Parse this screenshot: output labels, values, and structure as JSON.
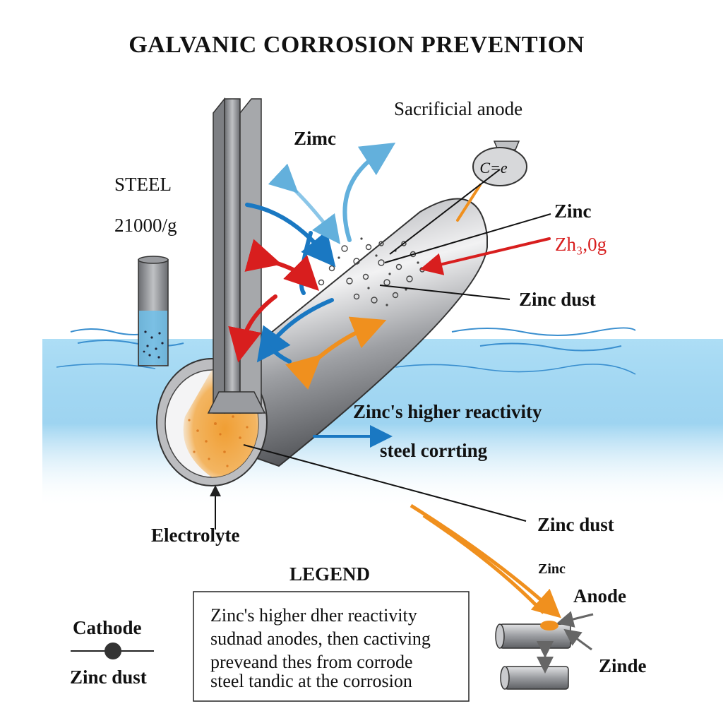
{
  "title": "GALVANIC CORROSION PREVENTION",
  "labels": {
    "sacrificial_anode": "Sacrificial anode",
    "zinc_top": "Zimc",
    "steel": "STEEL",
    "steel_value": "21000/g",
    "anode_symbol": "C=e",
    "zinc_right": "Zinc",
    "formula": "Zh₃,0g",
    "zinc_dust_1": "Zinc dust",
    "reactivity": "Zinc's higher reactivity",
    "steel_corrting": "steel corrting",
    "electrolyte": "Electrolyte",
    "zinc_dust_2": "Zinc dust",
    "legend_title": "LEGEND",
    "zinc_small": "Zinc",
    "anode": "Anode",
    "zinde": "Zinde",
    "cathode": "Cathode",
    "zinc_dust_3": "Zinc dust"
  },
  "legend_box_lines": [
    "Zinc's higher dher reactivity",
    "sudnad anodes, then cactiving",
    "preveand thes from corrode",
    "steel tandic at the corrosion"
  ],
  "colors": {
    "water": "#6fc0ea",
    "steel": "#8d8f93",
    "zinc_orange": "#f0901e",
    "flow_blue": "#1a78c2",
    "flow_light_blue": "#63b0dc",
    "flow_red": "#d81e1e"
  }
}
